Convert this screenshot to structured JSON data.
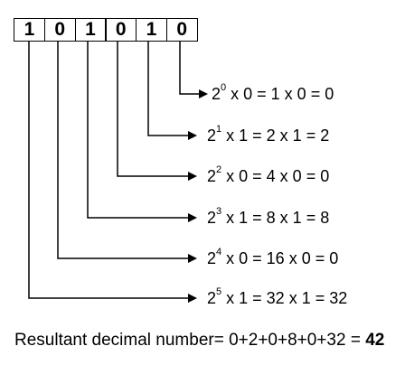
{
  "bits": [
    "1",
    "0",
    "1",
    "0",
    "1",
    "0"
  ],
  "equations": [
    {
      "base": "2",
      "exp": "0",
      "rest": " x 0 = 1 x 0 = 0"
    },
    {
      "base": "2",
      "exp": "1",
      "rest": " x 1 = 2 x 1 = 2"
    },
    {
      "base": "2",
      "exp": "2",
      "rest": " x 0 = 4 x 0 = 0"
    },
    {
      "base": "2",
      "exp": "3",
      "rest": " x 1 = 8 x 1 = 8"
    },
    {
      "base": "2",
      "exp": "4",
      "rest": " x 0 = 16 x 0 = 0"
    },
    {
      "base": "2",
      "exp": "5",
      "rest": " x 1 = 32 x 1 = 32"
    }
  ],
  "result": {
    "label": "Resultant decimal number= 0+2+0+8+0+32 = ",
    "value": "42"
  }
}
